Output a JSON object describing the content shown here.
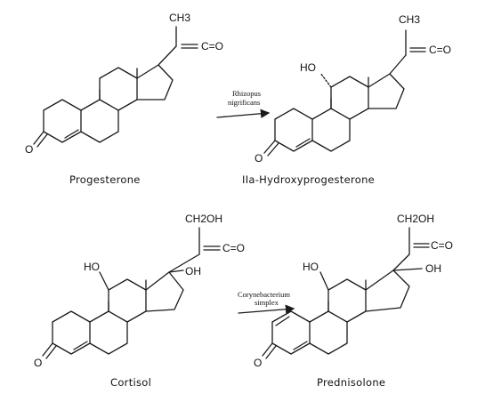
{
  "reaction1": {
    "substrate": {
      "name": "Progesterone",
      "groups": {
        "ch3": "CH3",
        "co": "C=O",
        "o3": "O"
      }
    },
    "organism": {
      "line1": "Rhizopus",
      "line2": "nigrificans"
    },
    "product": {
      "name": "IIa-Hydroxyprogesterone",
      "groups": {
        "ch3": "CH3",
        "co": "C=O",
        "ho": "HO",
        "o3": "O"
      }
    }
  },
  "reaction2": {
    "substrate": {
      "name": "Cortisol",
      "groups": {
        "ch2oh": "CH2OH",
        "co": "C=O",
        "oh": "OH",
        "ho": "HO",
        "o3": "O"
      }
    },
    "organism": {
      "line1": "Corynebacterium",
      "line2": "simplex"
    },
    "product": {
      "name": "Prednisolone",
      "groups": {
        "ch2oh": "CH2OH",
        "co": "C=O",
        "oh": "OH",
        "ho": "HO",
        "o3": "O"
      }
    }
  }
}
